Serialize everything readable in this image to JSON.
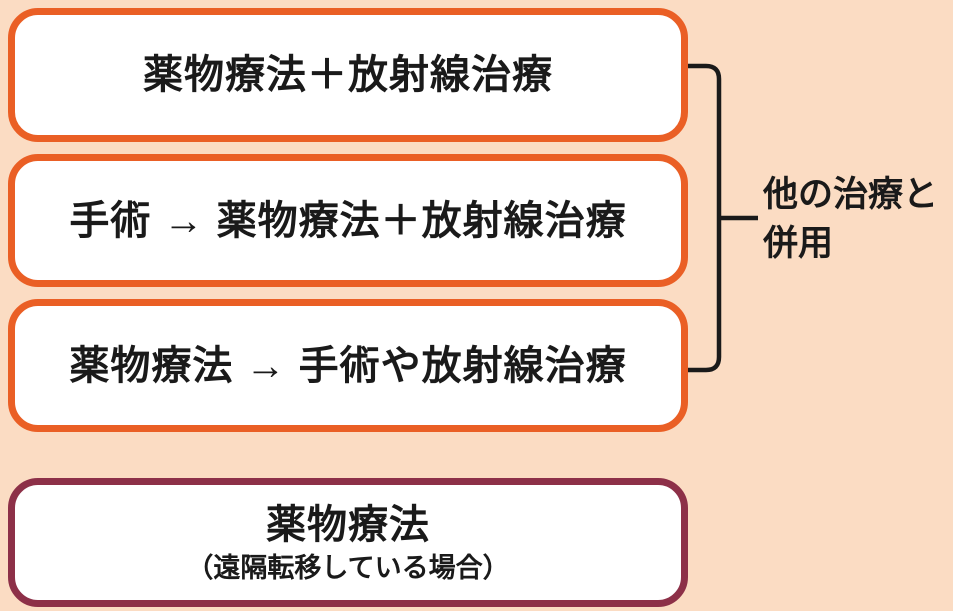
{
  "diagram": {
    "background_color": "#FBDCC3",
    "box_fill_color": "#FFFFFF",
    "text_color": "#1A1A1A",
    "orange_border_color": "#EA5F25",
    "maroon_border_color": "#8D3048",
    "bracket_color": "#1A1A1A",
    "boxes": [
      {
        "label": "薬物療法＋放射線治療"
      },
      {
        "label": "手術 → 薬物療法＋放射線治療"
      },
      {
        "label": "薬物療法 → 手術や放射線治療"
      },
      {
        "label": "薬物療法",
        "sublabel": "（遠隔転移している場合）"
      }
    ],
    "bracket_label_line1": "他の治療と",
    "bracket_label_line2": "併用"
  }
}
